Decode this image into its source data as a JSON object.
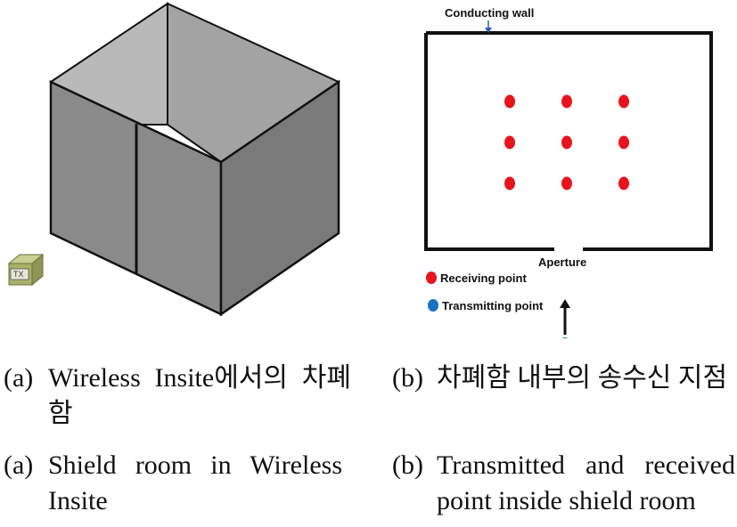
{
  "left_panel": {
    "tx_label": "TX",
    "colors": {
      "front_face": "#8a8a8a",
      "right_face": "#7a7a7a",
      "inner_back_left": "#b9b9b9",
      "inner_back_right": "#a3a3a3",
      "tx_cube": "#a8b06a"
    }
  },
  "right_panel": {
    "wall_label": "Conducting wall",
    "aperture_label": "Aperture",
    "legend": {
      "receiving": "Receiving point",
      "transmitting": "Transmitting point"
    },
    "colors": {
      "receiving": "#e8141c",
      "transmitting": "#1a72c4",
      "wall_arrow": "#2a5fb8"
    },
    "receiving_grid": {
      "rows": 3,
      "cols": 3
    }
  },
  "captions": {
    "a_ko": {
      "tag": "(a)",
      "text": "Wireless Insite에서의 차폐함"
    },
    "a_en": {
      "tag": "(a)",
      "text": "Shield room in Wireless Insite"
    },
    "b_ko": {
      "tag": "(b)",
      "text": "차폐함 내부의 송수신 지점"
    },
    "b_en": {
      "tag": "(b)",
      "text": "Transmitted and received point inside shield room"
    }
  }
}
